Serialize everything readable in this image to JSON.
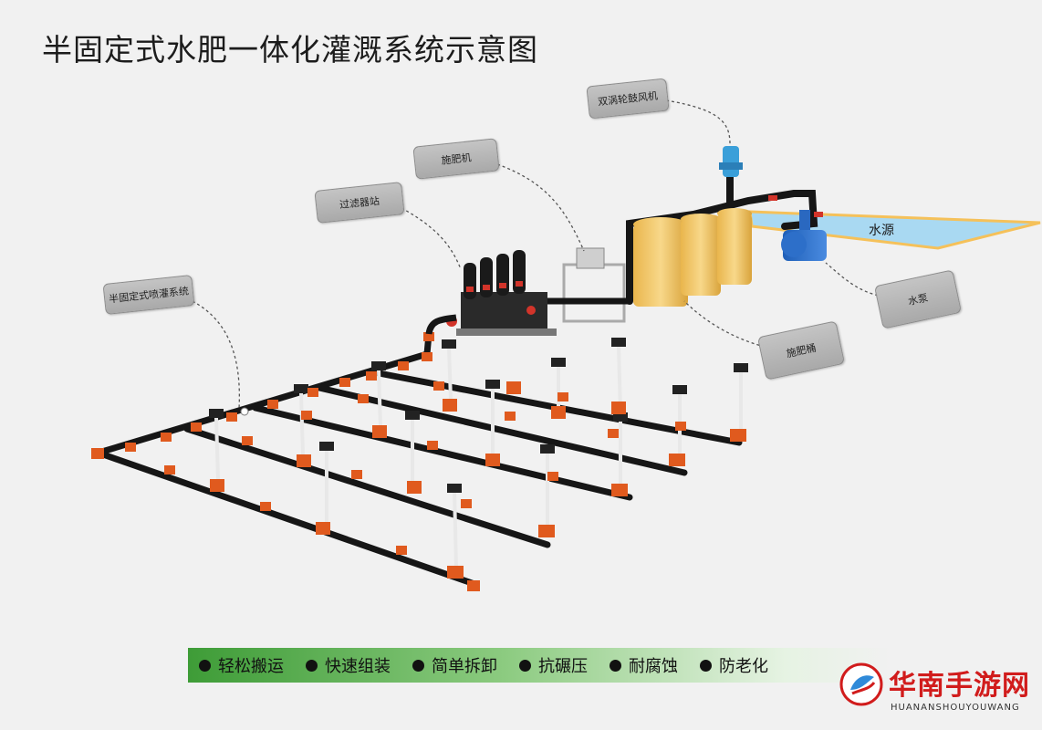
{
  "title": "半固定式水肥一体化灌溉系统示意图",
  "callouts": {
    "blower": "双涡轮鼓风机",
    "fertilizer_machine": "施肥机",
    "filter_station": "过滤器站",
    "sprinkler_system": "半固定式喷灌系统",
    "water_pump": "水泵",
    "fertilizer_tank": "施肥桶"
  },
  "water_source_label": "水源",
  "features": [
    "轻松搬运",
    "快速组装",
    "简单拆卸",
    "抗碾压",
    "耐腐蚀",
    "防老化"
  ],
  "logo": {
    "text": "华南手游网",
    "subtext": "HUANANSHOUYOUWANG"
  },
  "colors": {
    "pipe": "#1a1a1a",
    "fitting": "#e05a1e",
    "tank": "#f2c564",
    "water": "#a9d9f2",
    "banner": "#3e9c37",
    "logo": "#d11c1c"
  },
  "icons": [
    "water-drop-icon",
    "bullet-dot-icon"
  ]
}
